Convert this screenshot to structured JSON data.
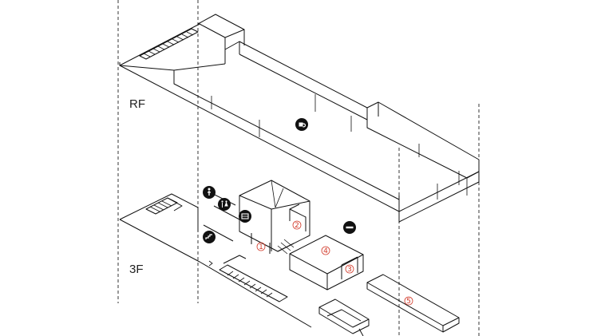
{
  "floors": {
    "roof": {
      "label": "RF"
    },
    "third": {
      "label": "3F"
    }
  },
  "rooms": [
    {
      "id": "room-1",
      "number": "1"
    },
    {
      "id": "room-2",
      "number": "2"
    },
    {
      "id": "room-3",
      "number": "3"
    },
    {
      "id": "room-4",
      "number": "4"
    },
    {
      "id": "room-5",
      "number": "5"
    }
  ],
  "icons": [
    "cafe-icon",
    "restroom-icon",
    "person-icon",
    "elevator-icon",
    "stairs-icon",
    "no-entry-icon"
  ],
  "colors": {
    "line": "#111111",
    "room_number": "#d23a2a",
    "icon": "#111111"
  }
}
